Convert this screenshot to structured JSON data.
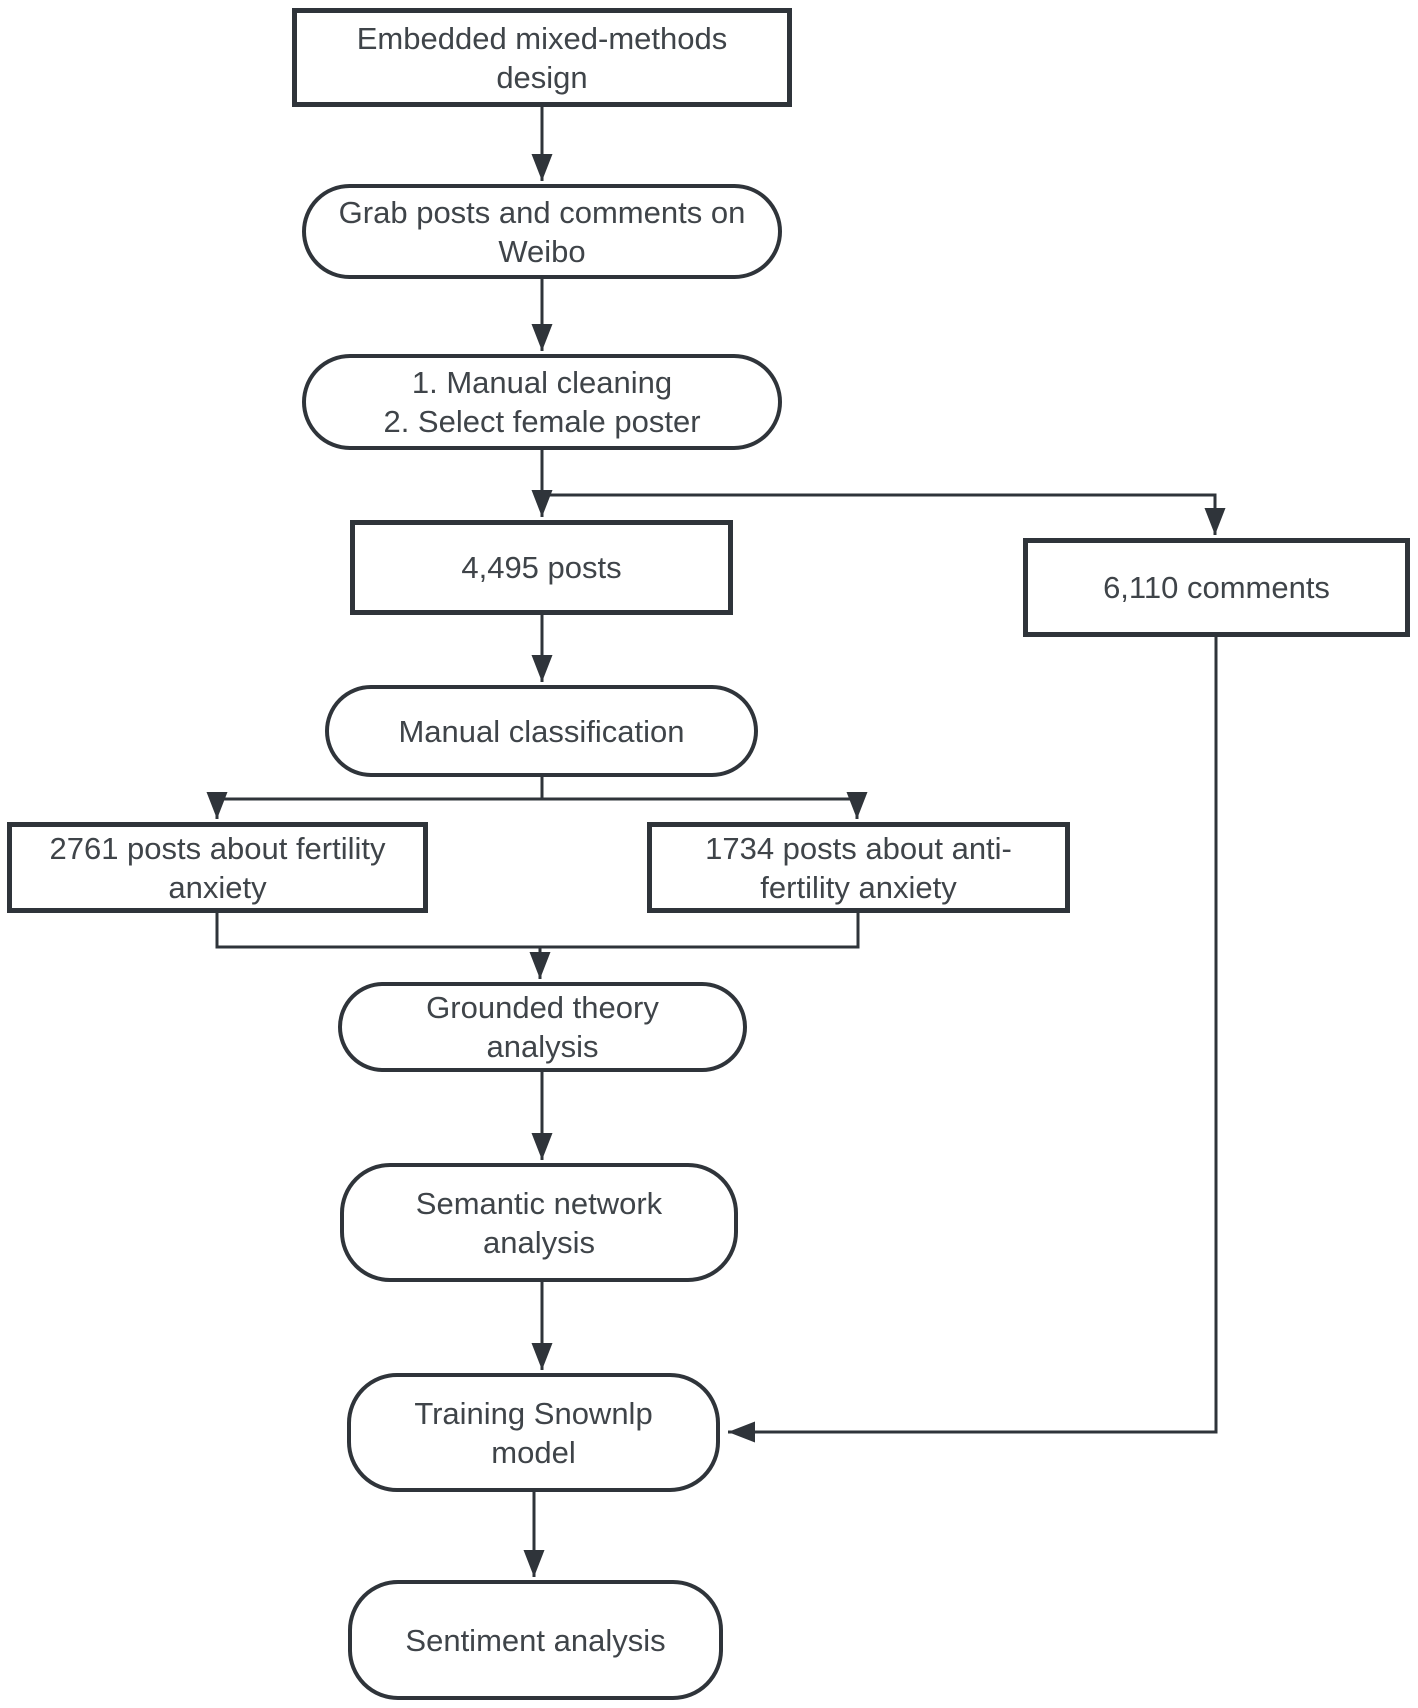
{
  "diagram": {
    "type": "flowchart",
    "colors": {
      "stroke": "#2f343a",
      "node_fill": "#ffffff",
      "text": "#3f4449",
      "background": "#ffffff"
    },
    "nodes": {
      "design": {
        "shape": "rectangle",
        "lines": [
          "Embedded mixed-methods",
          "design"
        ]
      },
      "grab": {
        "shape": "rounded",
        "lines": [
          "Grab posts and comments on",
          "Weibo"
        ]
      },
      "clean": {
        "shape": "rounded",
        "lines": [
          "1. Manual cleaning",
          "2. Select female poster"
        ]
      },
      "posts": {
        "shape": "rectangle",
        "lines": [
          "4,495 posts"
        ]
      },
      "comments": {
        "shape": "rectangle",
        "lines": [
          "6,110 comments"
        ]
      },
      "classification": {
        "shape": "rounded",
        "lines": [
          "Manual classification"
        ]
      },
      "fertility": {
        "shape": "rectangle",
        "lines": [
          "2761 posts about fertility",
          "anxiety"
        ]
      },
      "antifertility": {
        "shape": "rectangle",
        "lines": [
          "1734 posts about anti-",
          "fertility anxiety"
        ]
      },
      "grounded": {
        "shape": "rounded",
        "lines": [
          "Grounded theory",
          "analysis"
        ]
      },
      "semantic": {
        "shape": "rounded",
        "lines": [
          "Semantic network",
          "analysis"
        ]
      },
      "training": {
        "shape": "rounded",
        "lines": [
          "Training Snownlp",
          "model"
        ]
      },
      "sentiment": {
        "shape": "rounded",
        "lines": [
          "Sentiment analysis"
        ]
      }
    },
    "edges": [
      "design -> grab",
      "grab -> clean",
      "clean -> posts",
      "clean -> comments",
      "posts -> classification",
      "classification -> fertility",
      "classification -> antifertility",
      "fertility -> grounded",
      "antifertility -> grounded",
      "grounded -> semantic",
      "semantic -> training",
      "comments -> training",
      "training -> sentiment"
    ]
  }
}
